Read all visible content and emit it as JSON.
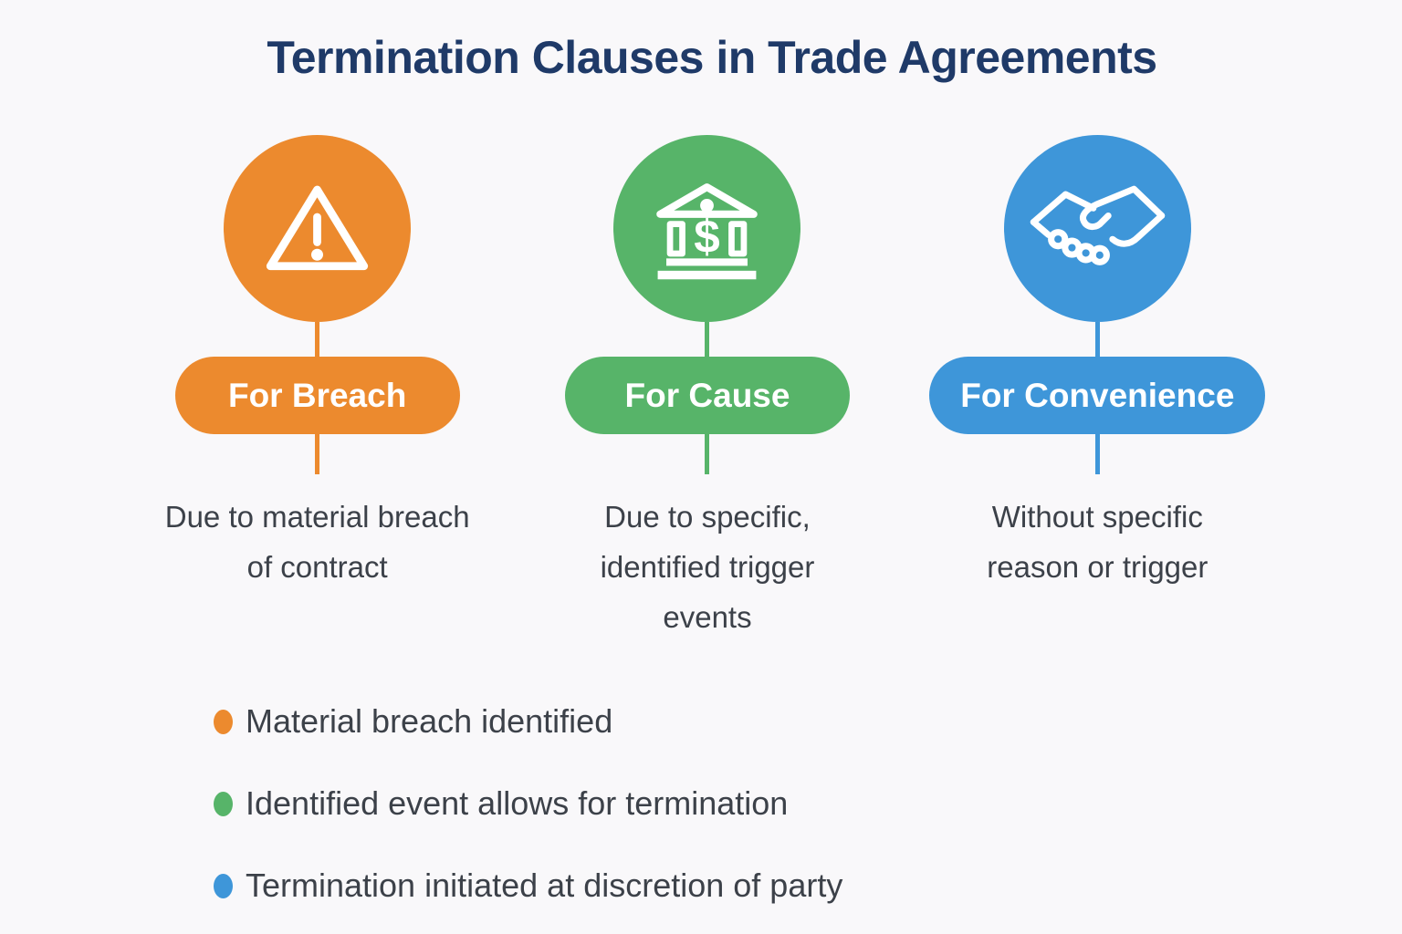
{
  "title": "Termination Clauses in Trade Agreements",
  "theme": {
    "background": "#F9F8FA",
    "title_color": "#1F3A68",
    "body_text_color": "#3C4149",
    "orange": "#EC8A2E",
    "green": "#57B469",
    "blue": "#3E96D9"
  },
  "columns": [
    {
      "icon": "warning-triangle-icon",
      "label": "For Breach",
      "description": "Due to material breach of contract",
      "color": "#EC8A2E"
    },
    {
      "icon": "bank-dollar-icon",
      "icon_symbol": "$",
      "label": "For Cause",
      "description": "Due to specific, identified trigger events",
      "color": "#57B469"
    },
    {
      "icon": "handshake-icon",
      "label": "For Convenience",
      "description": "Without specific reason or trigger",
      "color": "#3E96D9"
    }
  ],
  "bullets": [
    {
      "text": "Material breach identified",
      "color": "#EC8A2E"
    },
    {
      "text": "Identified event allows for termination",
      "color": "#57B469"
    },
    {
      "text": "Termination initiated at discretion of party",
      "color": "#3E96D9"
    }
  ]
}
